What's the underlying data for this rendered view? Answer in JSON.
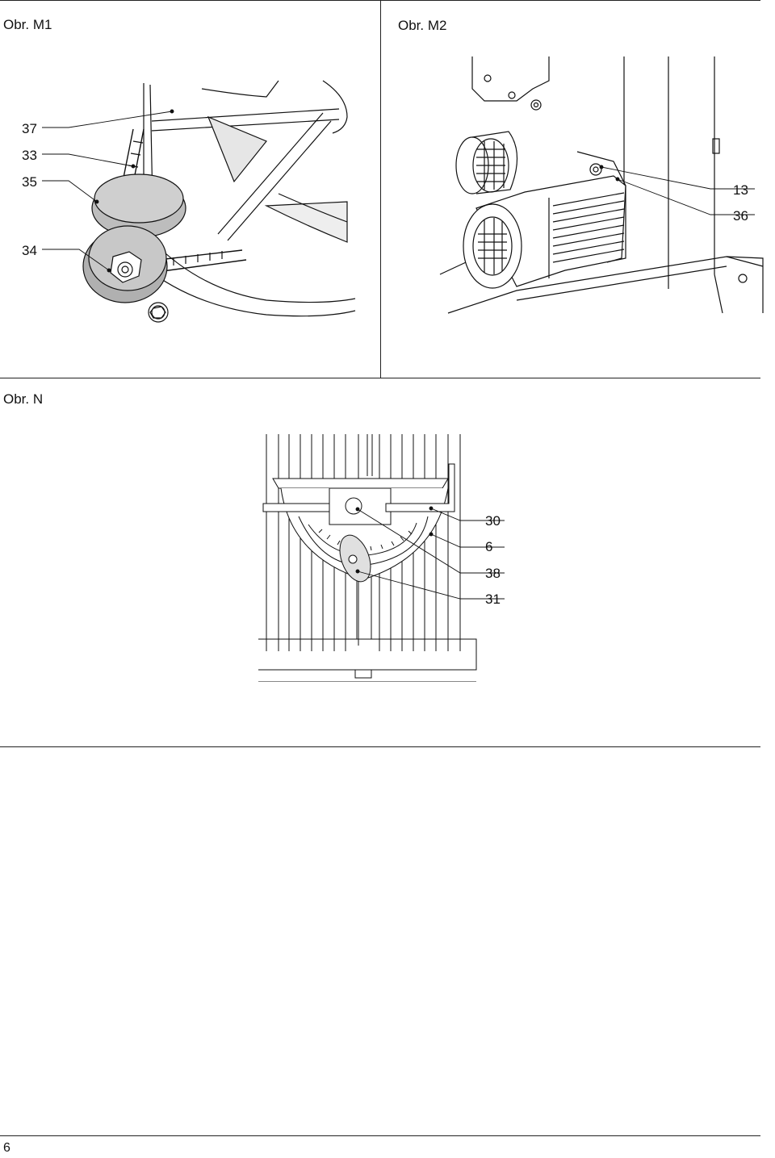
{
  "figures": {
    "m1": {
      "title": "Obr. M1",
      "callouts": [
        "37",
        "33",
        "35",
        "34"
      ]
    },
    "m2": {
      "title": "Obr. M2",
      "callouts": [
        "13",
        "36"
      ]
    },
    "n": {
      "title": "Obr. N",
      "callouts": [
        "30",
        "6",
        "38",
        "31"
      ]
    }
  },
  "page_number": "6"
}
